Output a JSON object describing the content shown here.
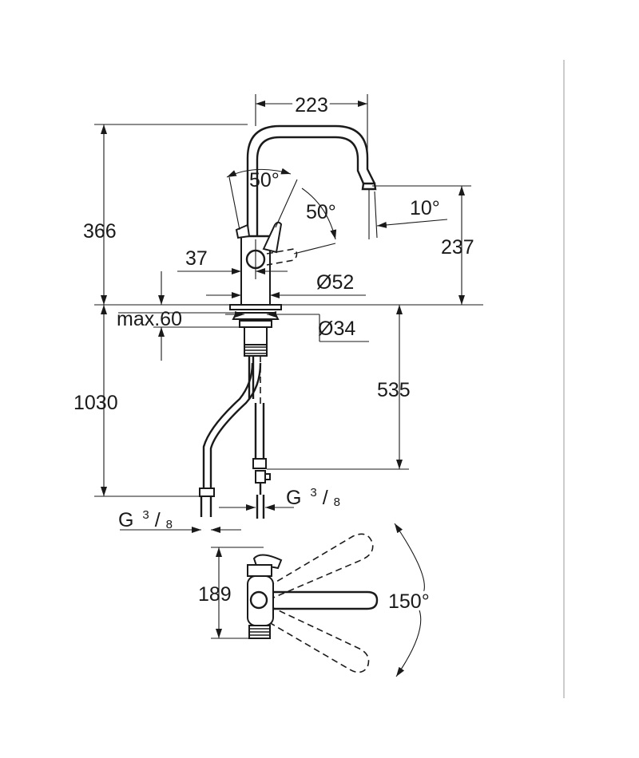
{
  "dimensions": {
    "spout_reach": "223",
    "total_height": "366",
    "handle_angle_upper": "50°",
    "handle_angle_side": "50°",
    "spout_tilt": "10°",
    "spout_height": "237",
    "lever_offset": "37",
    "body_diameter": "Ø52",
    "countertop_thickness": "max.60",
    "mounting_hole_diameter": "Ø34",
    "hose_length": "1030",
    "shank_length": "535",
    "hose_connection": {
      "prefix": "G",
      "numerator": "3",
      "denominator": "8"
    },
    "supply_connection": {
      "prefix": "G",
      "numerator": "3",
      "denominator": "8"
    },
    "top_view_height": "189",
    "swivel_angle": "150°"
  },
  "colors": {
    "line": "#1a1a1a",
    "frame": "#9a9a9a",
    "background": "#ffffff"
  }
}
